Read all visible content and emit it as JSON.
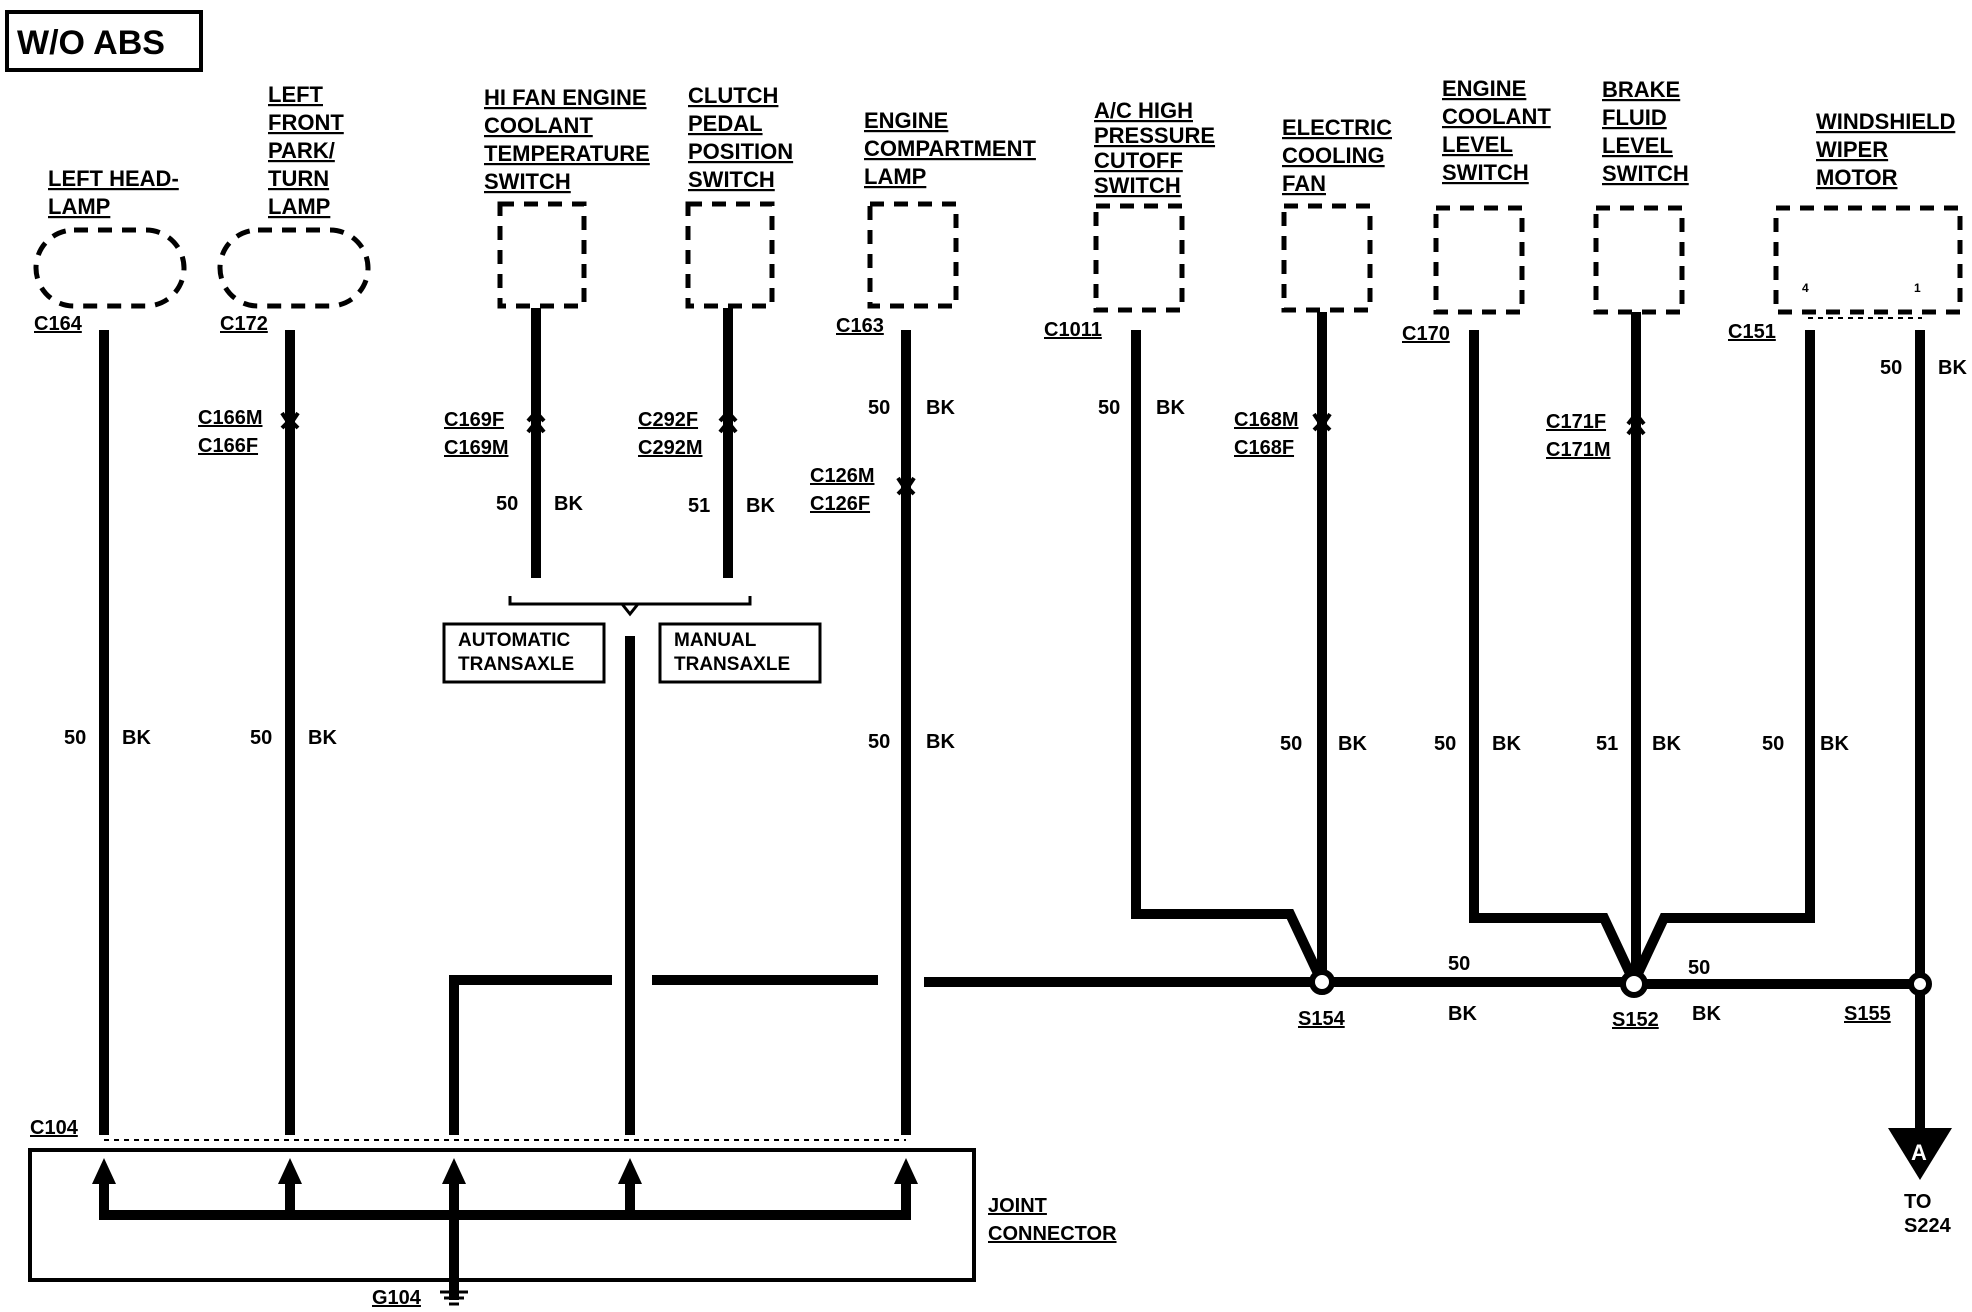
{
  "title": "W/O ABS",
  "components": {
    "left_headlamp": [
      "LEFT HEAD-",
      "LAMP"
    ],
    "left_front_park_turn_lamp": [
      "LEFT",
      "FRONT",
      "PARK/",
      "TURN",
      "LAMP"
    ],
    "hi_fan_engine_coolant_temperature_switch": [
      "HI FAN ENGINE",
      "COOLANT",
      "TEMPERATURE",
      "SWITCH"
    ],
    "clutch_pedal_position_switch": [
      "CLUTCH",
      "PEDAL",
      "POSITION",
      "SWITCH"
    ],
    "engine_compartment_lamp": [
      "ENGINE",
      "COMPARTMENT",
      "LAMP"
    ],
    "ac_high_pressure_cutoff_switch": [
      "A/C HIGH",
      "PRESSURE",
      "CUTOFF",
      "SWITCH"
    ],
    "electric_cooling_fan": [
      "ELECTRIC",
      "COOLING",
      "FAN"
    ],
    "engine_coolant_level_switch": [
      "ENGINE",
      "COOLANT",
      "LEVEL",
      "SWITCH"
    ],
    "brake_fluid_level_switch": [
      "BRAKE",
      "FLUID",
      "LEVEL",
      "SWITCH"
    ],
    "windshield_wiper_motor": [
      "WINDSHIELD",
      "WIPER",
      "MOTOR"
    ],
    "wiper_pins": [
      "4",
      "1"
    ]
  },
  "connectors": {
    "c164": "C164",
    "c172": "C172",
    "c166m": "C166M",
    "c166f": "C166F",
    "c169f": "C169F",
    "c169m": "C169M",
    "c292f": "C292F",
    "c292m": "C292M",
    "c163": "C163",
    "c126m": "C126M",
    "c126f": "C126F",
    "c1011": "C1011",
    "c168m": "C168M",
    "c168f": "C168F",
    "c170": "C170",
    "c171f": "C171F",
    "c171m": "C171M",
    "c151": "C151",
    "c104": "C104",
    "g104": "G104"
  },
  "transaxle_options": {
    "automatic": [
      "AUTOMATIC",
      "TRANSAXLE"
    ],
    "manual": [
      "MANUAL",
      "TRANSAXLE"
    ]
  },
  "splices": {
    "s154": "S154",
    "s152": "S152",
    "s155": "S155"
  },
  "joint_connector": [
    "JOINT",
    "CONNECTOR"
  ],
  "offpage": {
    "letter": "A",
    "to": [
      "TO",
      "S224"
    ]
  },
  "wires": {
    "headlamp": {
      "circuit": "50",
      "color": "BK"
    },
    "park_turn": {
      "circuit": "50",
      "color": "BK"
    },
    "hi_fan_switch": {
      "circuit": "50",
      "color": "BK"
    },
    "clutch_switch": {
      "circuit": "51",
      "color": "BK"
    },
    "engine_lamp_upper": {
      "circuit": "50",
      "color": "BK"
    },
    "engine_lamp_lower": {
      "circuit": "50",
      "color": "BK"
    },
    "ac_switch": {
      "circuit": "50",
      "color": "BK"
    },
    "cooling_fan": {
      "circuit": "50",
      "color": "BK"
    },
    "coolant_level": {
      "circuit": "50",
      "color": "BK"
    },
    "brake_fluid": {
      "circuit": "51",
      "color": "BK"
    },
    "wiper_lower": {
      "circuit": "50",
      "color": "BK"
    },
    "wiper_upper": {
      "circuit": "50",
      "color": "BK"
    },
    "bus_s154_s152": {
      "circuit": "50",
      "color": "BK"
    },
    "bus_s152_s155": {
      "circuit": "50",
      "color": "BK"
    }
  }
}
